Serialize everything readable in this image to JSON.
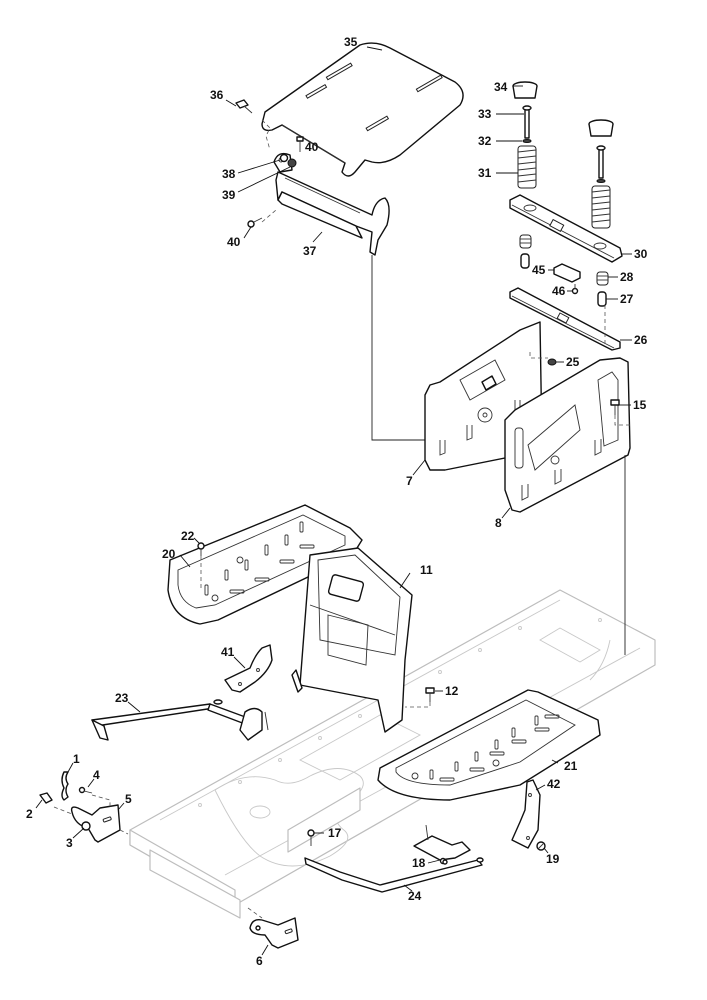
{
  "diagram": {
    "type": "exploded-parts-diagram",
    "subject": "Seat support / footboard / chassis assembly",
    "callouts": [
      {
        "id": "1",
        "label": "1"
      },
      {
        "id": "2",
        "label": "2"
      },
      {
        "id": "3",
        "label": "3"
      },
      {
        "id": "4",
        "label": "4"
      },
      {
        "id": "5",
        "label": "5"
      },
      {
        "id": "6",
        "label": "6"
      },
      {
        "id": "7",
        "label": "7"
      },
      {
        "id": "8",
        "label": "8"
      },
      {
        "id": "11",
        "label": "11"
      },
      {
        "id": "12",
        "label": "12"
      },
      {
        "id": "15",
        "label": "15"
      },
      {
        "id": "17",
        "label": "17"
      },
      {
        "id": "18",
        "label": "18"
      },
      {
        "id": "19",
        "label": "19"
      },
      {
        "id": "20",
        "label": "20"
      },
      {
        "id": "21",
        "label": "21"
      },
      {
        "id": "22",
        "label": "22"
      },
      {
        "id": "23",
        "label": "23"
      },
      {
        "id": "24",
        "label": "24"
      },
      {
        "id": "25",
        "label": "25"
      },
      {
        "id": "26",
        "label": "26"
      },
      {
        "id": "27",
        "label": "27"
      },
      {
        "id": "28",
        "label": "28"
      },
      {
        "id": "30",
        "label": "30"
      },
      {
        "id": "31",
        "label": "31"
      },
      {
        "id": "32",
        "label": "32"
      },
      {
        "id": "33",
        "label": "33"
      },
      {
        "id": "34",
        "label": "34"
      },
      {
        "id": "35",
        "label": "35"
      },
      {
        "id": "36",
        "label": "36"
      },
      {
        "id": "37",
        "label": "37"
      },
      {
        "id": "38",
        "label": "38"
      },
      {
        "id": "39",
        "label": "39"
      },
      {
        "id": "40a",
        "label": "40"
      },
      {
        "id": "40b",
        "label": "40"
      },
      {
        "id": "41",
        "label": "41"
      },
      {
        "id": "42",
        "label": "42"
      },
      {
        "id": "45",
        "label": "45"
      },
      {
        "id": "46",
        "label": "46"
      }
    ],
    "parts": {
      "seat_plate": "35",
      "hinge_bracket": "37",
      "seat_mount_rail": "30",
      "lower_rail": "26",
      "rear_panel": "7",
      "front_panel": "8",
      "console": "11",
      "left_footboard": "20",
      "right_footboard": "21",
      "front_linkage": "23",
      "rear_linkage": "24",
      "left_bracket": "41",
      "right_bracket": "42",
      "front_hook_bracket": "5",
      "rear_hook_bracket": "6"
    }
  }
}
